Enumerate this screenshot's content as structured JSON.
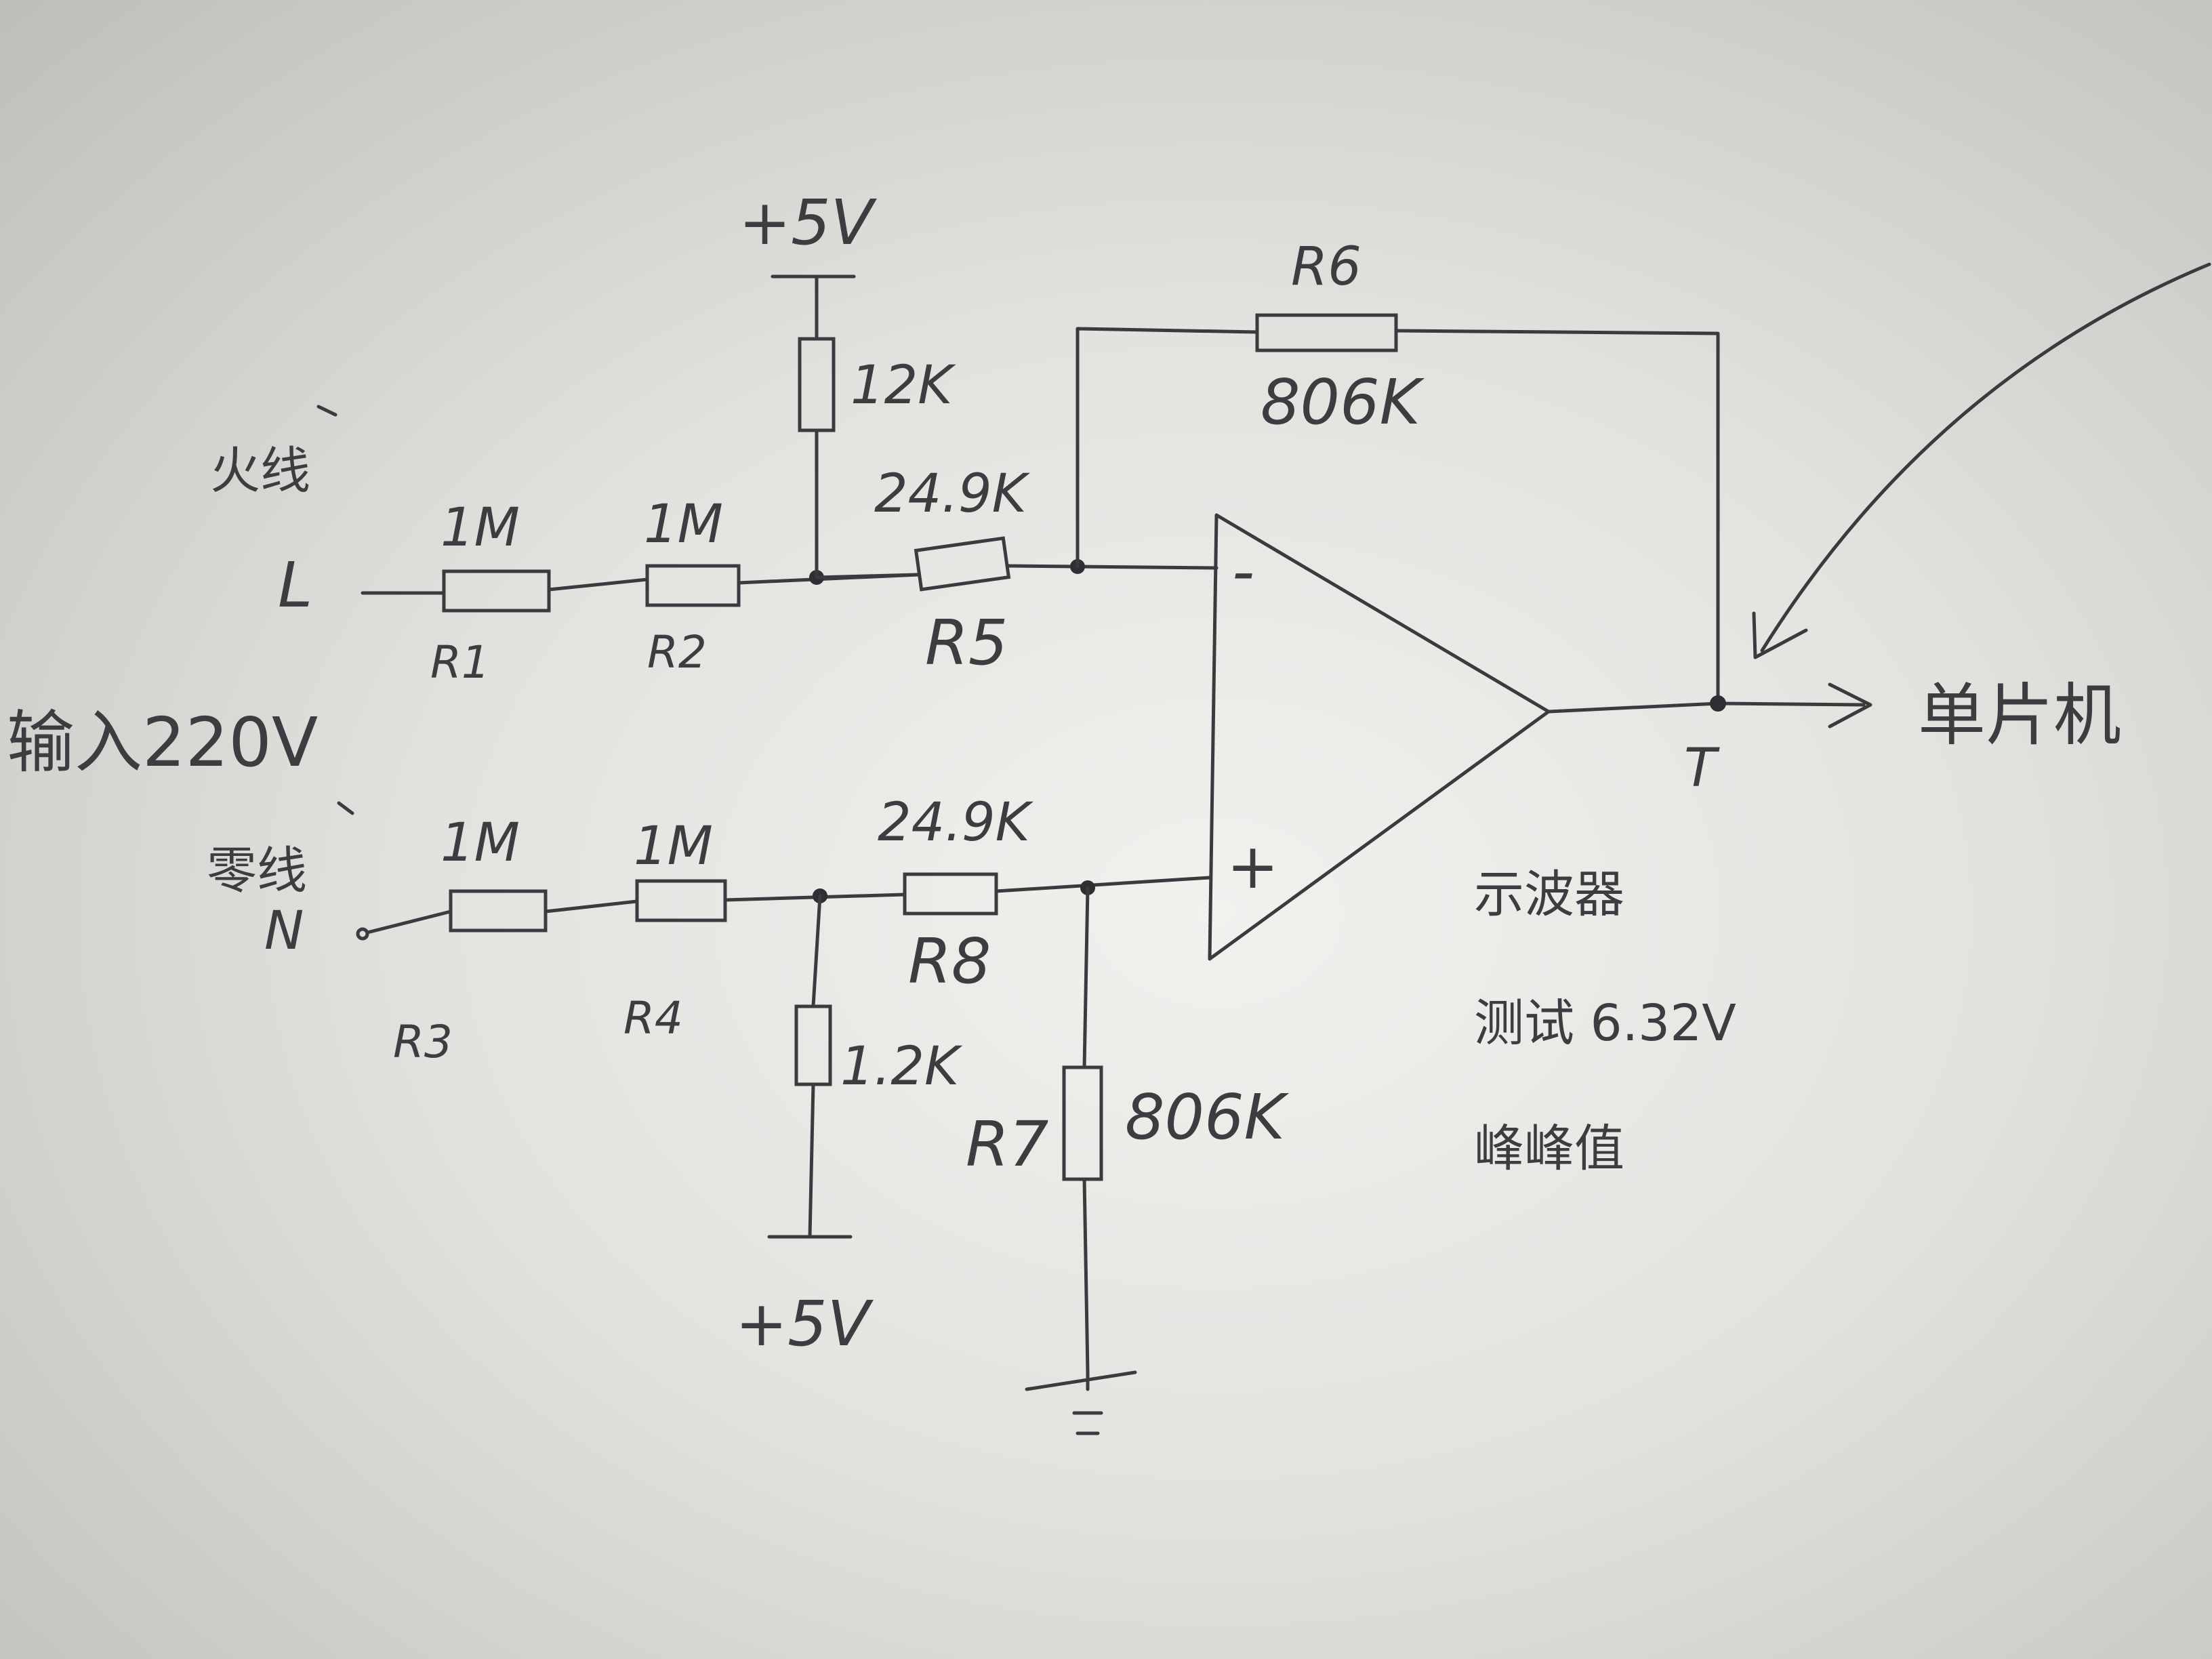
{
  "diagram": {
    "rails": {
      "top_supply": "+5V",
      "bottom_supply": "+5V"
    },
    "input": {
      "live_label": "火线",
      "live_terminal": "L",
      "neutral_label": "零线",
      "neutral_terminal": "N",
      "input_note": "输入220V"
    },
    "resistors": {
      "r1": {
        "name": "R1",
        "value": "1M"
      },
      "r2": {
        "name": "R2",
        "value": "1M"
      },
      "r3": {
        "name": "R3",
        "value": "1M"
      },
      "r4": {
        "name": "R4",
        "value": "1M"
      },
      "r5": {
        "name": "R5",
        "value": "24.9K"
      },
      "r6": {
        "name": "R6",
        "value": "806K"
      },
      "r7": {
        "name": "R7",
        "value": "806K"
      },
      "r8": {
        "name": "R8",
        "value": "24.9K"
      },
      "pullup_top": {
        "value": "12K"
      },
      "pullup_bottom": {
        "value": "1.2K"
      }
    },
    "opamp": {
      "minus": "-",
      "plus": "+"
    },
    "output": {
      "destination": "单片机",
      "node": "T",
      "note_lines": [
        "示波器",
        "测试 6.32V",
        "峰峰值"
      ]
    }
  }
}
